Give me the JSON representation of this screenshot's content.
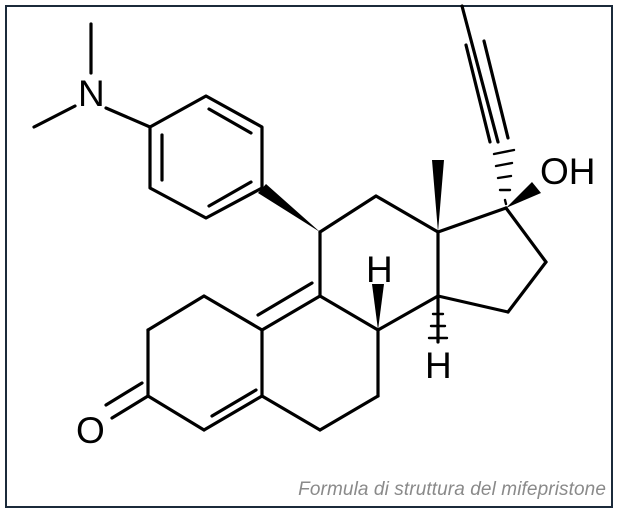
{
  "caption": "Formula di struttura del mifepristone",
  "atoms": {
    "nitrogen": "N",
    "hydroxyl": "OH",
    "oxygen": "O",
    "h9": "H",
    "h14": "H"
  },
  "colors": {
    "border": "#1b2a3a",
    "bond": "#000000",
    "caption": "#8a8a8a"
  }
}
